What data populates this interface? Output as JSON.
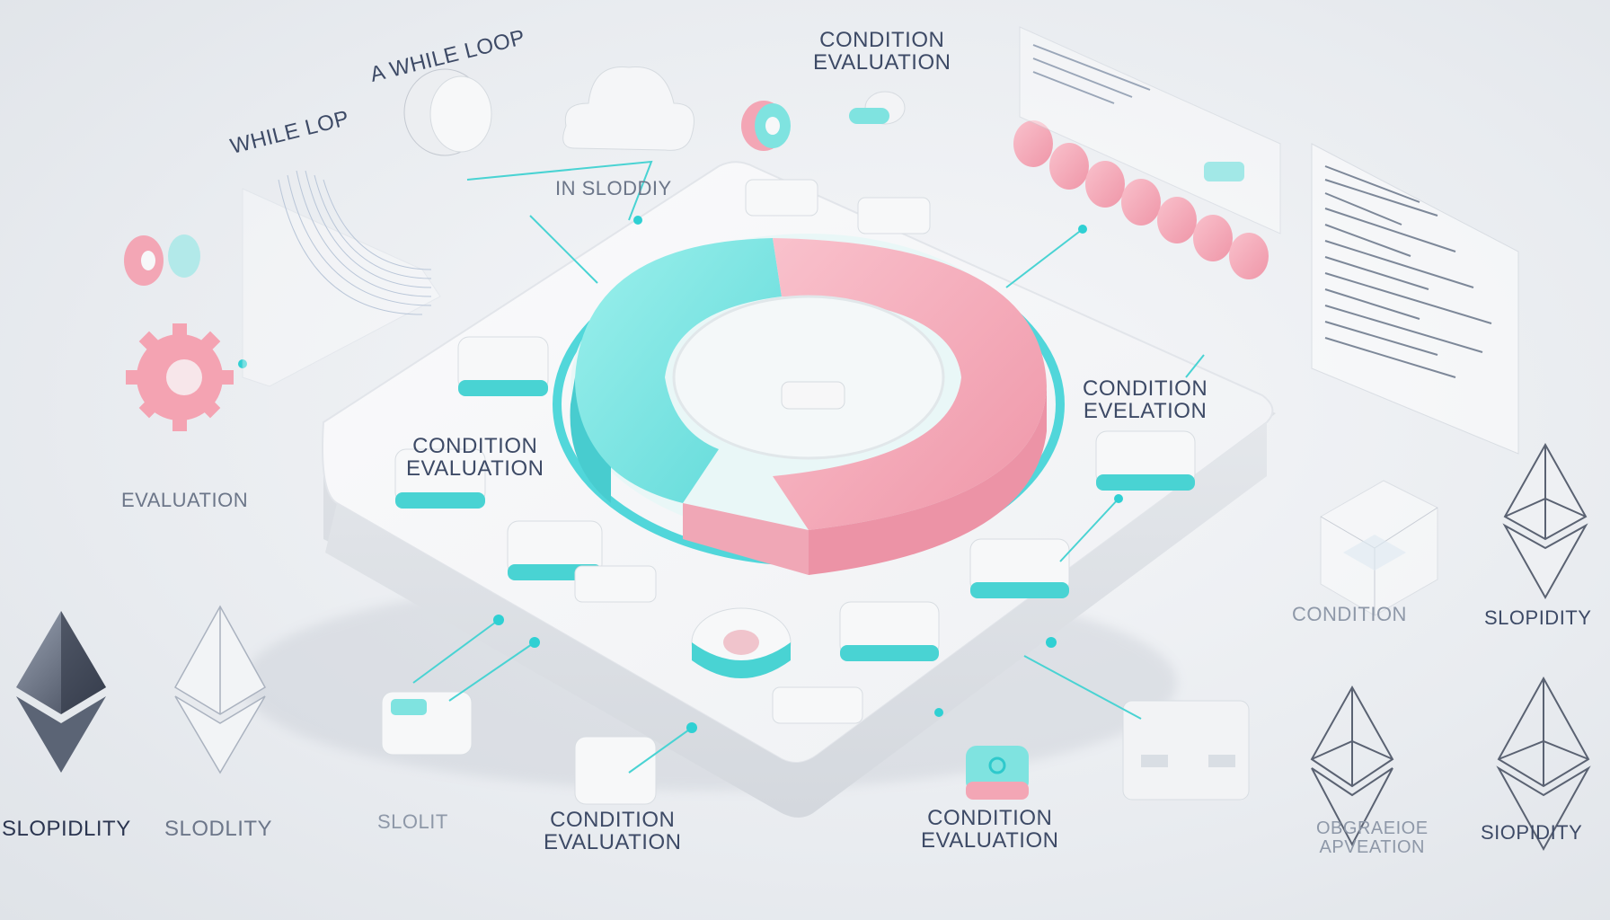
{
  "labels": {
    "a_while_loop": "A WHILE LOOP",
    "while_lop": "WHILE LOP",
    "in_slodidy": "IN SLODDIY",
    "condition_evaluation_top_l1": "CONDITION",
    "condition_evaluation_top_l2": "EVALUATION",
    "evaluation_left": "EVALUATION",
    "condition_evaluation_mid_l1": "CONDITION",
    "condition_evaluation_mid_l2": "EVALUATION",
    "condition_evelation_l1": "CONDITION",
    "condition_evelation_l2": "EVELATION",
    "condition_right": "CONDITION",
    "slopidity_right": "SLOPIDITY",
    "slopidlity_bottom_left": "SLOPIDLITY",
    "slodlity_bottom": "SLODLITY",
    "slolit_bottom": "SLOLIT",
    "condition_evaluation_bottom1_l1": "CONDITION",
    "condition_evaluation_bottom1_l2": "EVALUATION",
    "condition_evaluation_bottom2_l1": "CONDITION",
    "condition_evaluation_bottom2_l2": "EVALUATION",
    "obgraeioe_l1": "OBGRAEIOE",
    "obgraeioe_l2": "APVEATION",
    "siopidity_bottom_right": "SIOPIDITY"
  },
  "colors": {
    "cyan": "#7fe3e0",
    "cyan_dark": "#2ec9cc",
    "pink": "#f5a9b8",
    "pink_dark": "#ef8fa3",
    "platform": "#f4f5f7",
    "text": "#3d4a66"
  },
  "icons": [
    "ethereum-diamond-icon",
    "gear-icon",
    "cloud-icon",
    "ring-icon",
    "document-panel-icon"
  ]
}
